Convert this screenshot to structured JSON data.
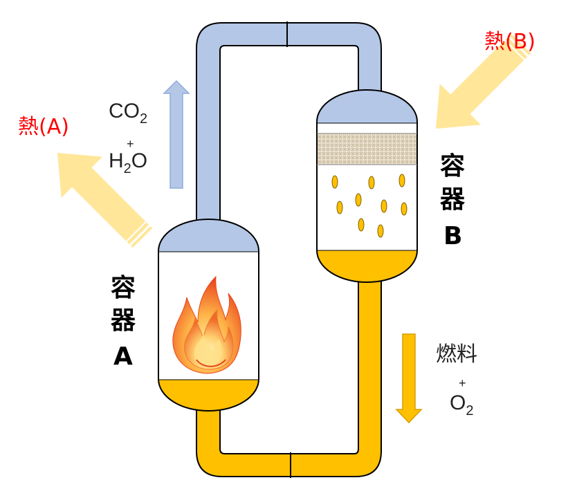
{
  "vessels": {
    "a": {
      "label_char1": "容",
      "label_char2": "器",
      "label_letter": "A"
    },
    "b": {
      "label_char1": "容",
      "label_char2": "器",
      "label_letter": "B"
    }
  },
  "heat": {
    "a": "熱(A)",
    "b": "熱(B)"
  },
  "exhaust": {
    "co2_main": "CO",
    "co2_sub": "2",
    "plus": "+",
    "h2o_h": "H",
    "h2o_sub": "2",
    "h2o_o": "O"
  },
  "output": {
    "fuel": "燃料",
    "plus": "+",
    "o2_main": "O",
    "o2_sub": "2"
  },
  "colors": {
    "gas_blue": "#b4c7e7",
    "fuel_gold": "#ffc000",
    "heat_arrow": "#ffe699",
    "heat_text": "#ff0000",
    "pipe_stroke": "#000000"
  }
}
